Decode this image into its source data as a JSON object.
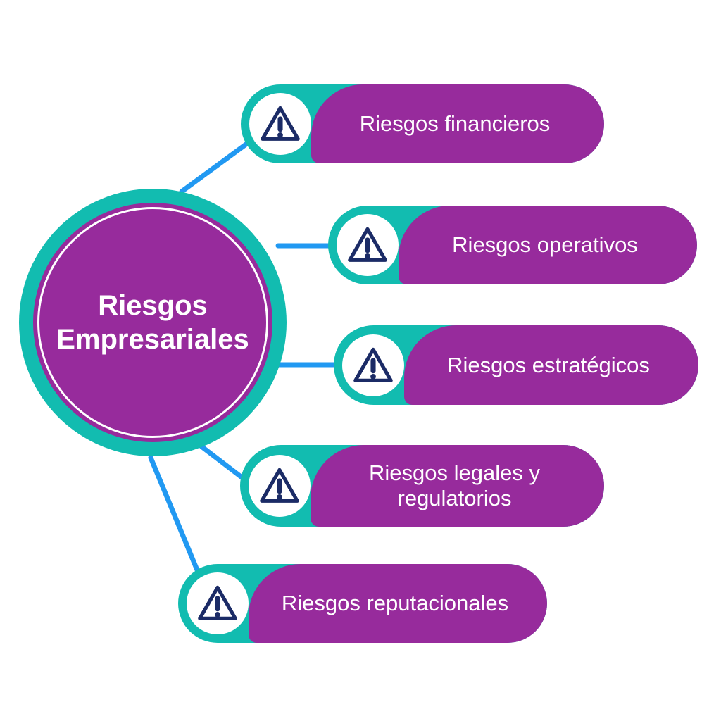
{
  "diagram": {
    "title": "Riesgos Empresariales",
    "branches": [
      {
        "label": "Riesgos financieros",
        "icon": "warning-triangle-icon"
      },
      {
        "label": "Riesgos operativos",
        "icon": "warning-triangle-icon"
      },
      {
        "label": "Riesgos estratégicos",
        "icon": "warning-triangle-icon"
      },
      {
        "label": "Riesgos legales y regulatorios",
        "icon": "warning-triangle-icon"
      },
      {
        "label": "Riesgos reputacionales",
        "icon": "warning-triangle-icon"
      }
    ]
  },
  "colors": {
    "purple": "#972B9C",
    "teal": "#12BCB0",
    "blue": "#2199F2",
    "navy": "#1B2B66",
    "label_text": "#FFFFFF",
    "background": "#FFFFFF"
  }
}
